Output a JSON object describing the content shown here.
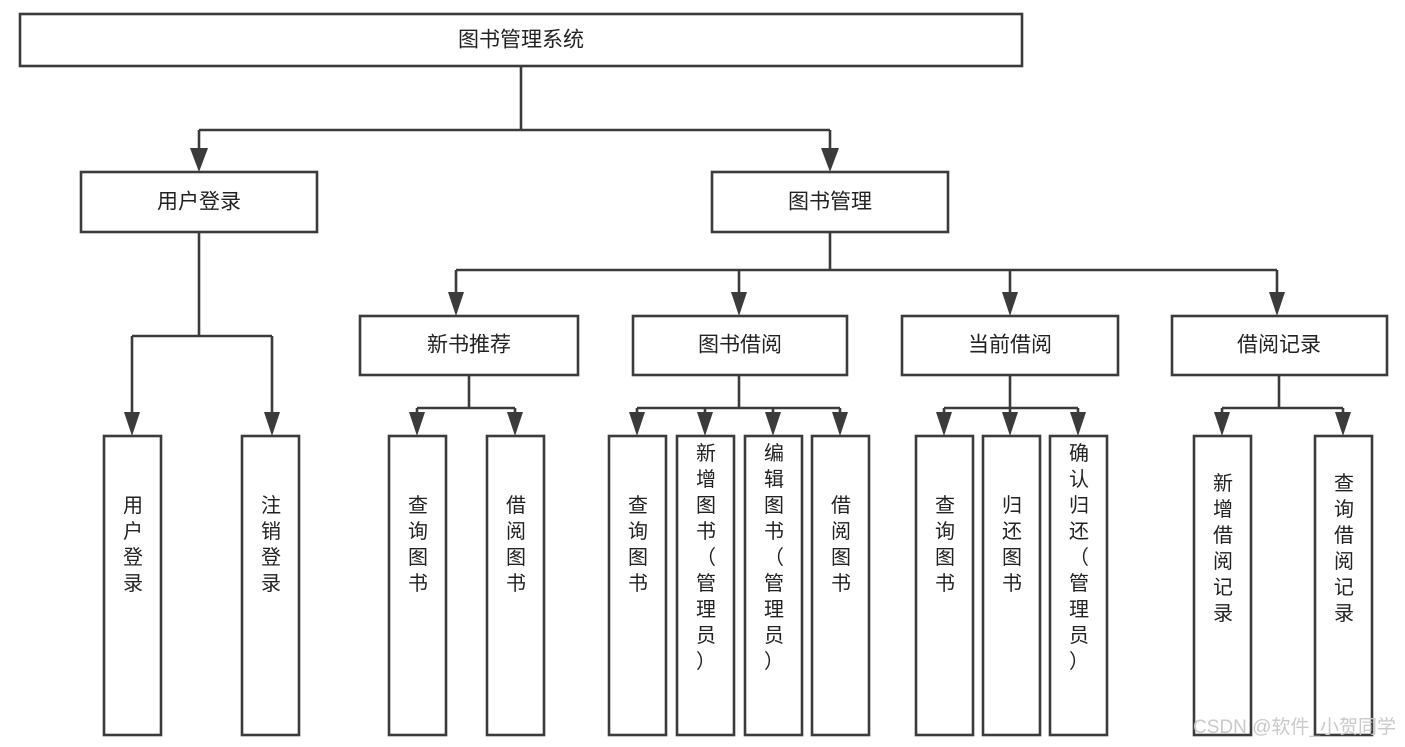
{
  "diagram": {
    "type": "tree-hierarchy",
    "title": "图书管理系统",
    "orientation": "top-down",
    "colors": {
      "stroke": "#3b3b3b",
      "fill": "#ffffff",
      "text": "#222222",
      "watermark": "#c9c9c9",
      "background": "#ffffff"
    },
    "root": {
      "label": "图书管理系统",
      "id": "root-system"
    },
    "level2": [
      {
        "id": "user-login",
        "label": "用户登录"
      },
      {
        "id": "book-management",
        "label": "图书管理"
      }
    ],
    "level3": [
      {
        "id": "new-book-recommend",
        "label": "新书推荐",
        "parent": "book-management"
      },
      {
        "id": "book-borrow",
        "label": "图书借阅",
        "parent": "book-management"
      },
      {
        "id": "current-borrow",
        "label": "当前借阅",
        "parent": "book-management"
      },
      {
        "id": "borrow-record",
        "label": "借阅记录",
        "parent": "book-management"
      }
    ],
    "leaves": {
      "user-login": [
        {
          "id": "leaf-user-login",
          "label": "用户登录"
        },
        {
          "id": "leaf-user-logout",
          "label": "注销登录"
        }
      ],
      "new-book-recommend": [
        {
          "id": "leaf-query-book-1",
          "label": "查询图书"
        },
        {
          "id": "leaf-borrow-book-1",
          "label": "借阅图书"
        }
      ],
      "book-borrow": [
        {
          "id": "leaf-query-book-2",
          "label": "查询图书"
        },
        {
          "id": "leaf-add-book",
          "label": "新增图书（管理员）"
        },
        {
          "id": "leaf-edit-book",
          "label": "编辑图书（管理员）"
        },
        {
          "id": "leaf-borrow-book-2",
          "label": "借阅图书"
        }
      ],
      "current-borrow": [
        {
          "id": "leaf-query-book-3",
          "label": "查询图书"
        },
        {
          "id": "leaf-return-book",
          "label": "归还图书"
        },
        {
          "id": "leaf-confirm-return",
          "label": "确认归还（管理员）"
        }
      ],
      "borrow-record": [
        {
          "id": "leaf-add-record",
          "label": "新增借阅记录"
        },
        {
          "id": "leaf-query-record",
          "label": "查询借阅记录"
        }
      ]
    }
  },
  "watermark": {
    "text": "CSDN @软件_小贺同学"
  }
}
